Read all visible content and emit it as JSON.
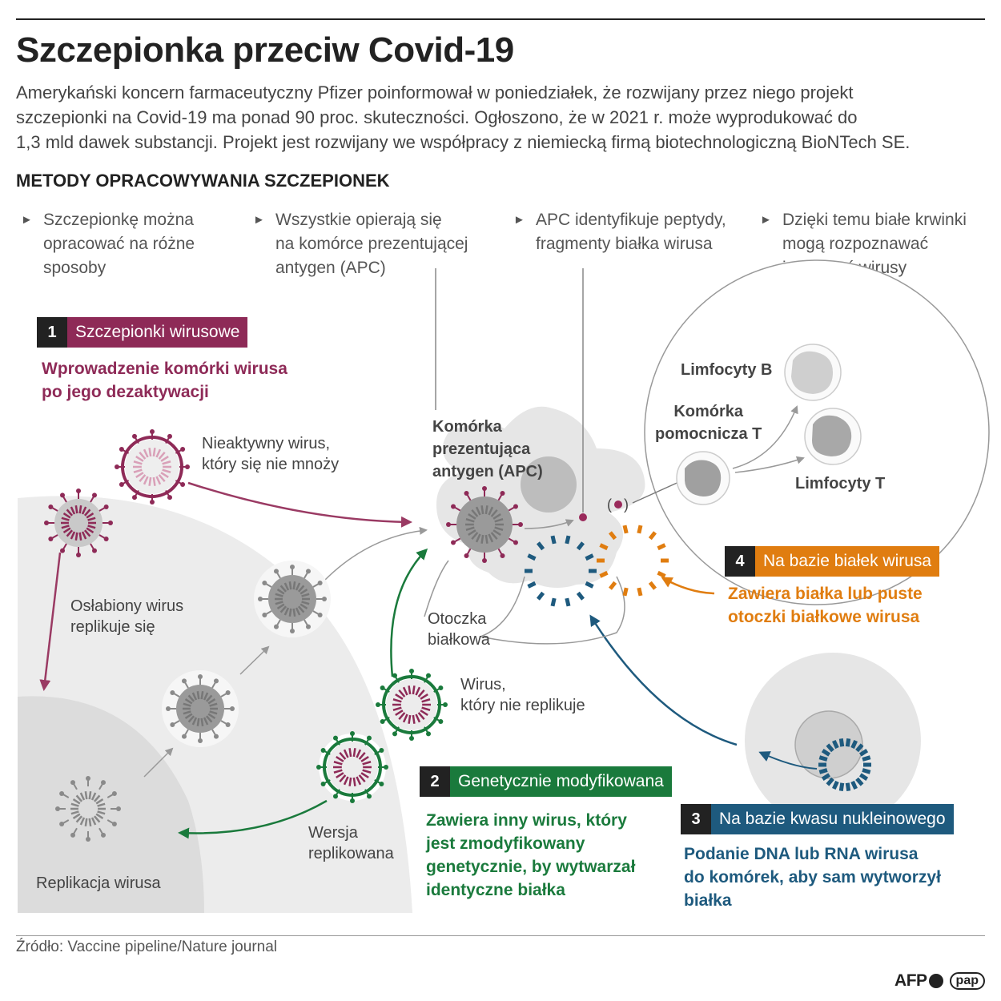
{
  "title": "Szczepionka przeciw Covid-19",
  "intro": [
    "Amerykański koncern farmaceutyczny Pfizer poinformował w poniedziałek, że rozwijany przez niego projekt",
    "szczepionki na Covid-19 ma ponad 90 proc. skuteczności. Ogłoszono, że w 2021 r. może wyprodukować do",
    "1,3 mld dawek substancji. Projekt jest rozwijany we współpracy z niemiecką firmą biotechnologiczną BioNTech SE."
  ],
  "section_title": "METODY OPRACOWYWANIA SZCZEPIONEK",
  "bullets": [
    {
      "lines": [
        "Szczepionkę można",
        "opracować na różne",
        "sposoby"
      ]
    },
    {
      "lines": [
        "Wszystkie opierają się",
        "na komórce prezentującej",
        "antygen (APC)"
      ]
    },
    {
      "lines": [
        "APC identyfikuje peptydy,",
        "fragmenty białka wirusa"
      ]
    },
    {
      "lines": [
        "Dzięki temu białe krwinki",
        "mogą rozpoznawać",
        "i niszczyć wirusy"
      ]
    }
  ],
  "methods": [
    {
      "number": "1",
      "label": "Szczepionki wirusowe",
      "color": "#8e2a57",
      "description": [
        "Wprowadzenie komórki wirusa",
        "po jego dezaktywacji"
      ]
    },
    {
      "number": "2",
      "label": "Genetycznie modyfikowana",
      "color": "#1a7a3c",
      "description": [
        "Zawiera inny wirus, który",
        "jest zmodyfikowany",
        "genetycznie, by wytwarzał",
        "identyczne białka"
      ]
    },
    {
      "number": "3",
      "label": "Na bazie kwasu nukleinowego",
      "color": "#1e5a7e",
      "description": [
        "Podanie DNA lub RNA wirusa",
        "do komórek, aby sam wytworzył",
        "białka"
      ]
    },
    {
      "number": "4",
      "label": "Na bazie białek wirusa",
      "color": "#e07d10",
      "description": [
        "Zawiera białka lub puste",
        "otoczki białkowe wirusa"
      ]
    }
  ],
  "labels": {
    "inactive_virus": [
      "Nieaktywny wirus,",
      "który się nie mnoży"
    ],
    "weakened_virus": [
      "Osłabiony wirus",
      "replikuje się"
    ],
    "replication": "Replikacja wirusa",
    "replicated_version": [
      "Wersja",
      "replikowana"
    ],
    "non_replicating": [
      "Wirus,",
      "który nie replikuje"
    ],
    "protein_shell": [
      "Otoczka",
      "białkowa"
    ],
    "apc": [
      "Komórka",
      "prezentująca",
      "antygen (APC)"
    ],
    "b_cells": "Limfocyty B",
    "helper_t": [
      "Komórka",
      "pomocnicza T"
    ],
    "t_cells": "Limfocyty T"
  },
  "source": "Źródło: Vaccine pipeline/Nature journal",
  "logos": {
    "afp": "AFP",
    "pap": "pap"
  }
}
